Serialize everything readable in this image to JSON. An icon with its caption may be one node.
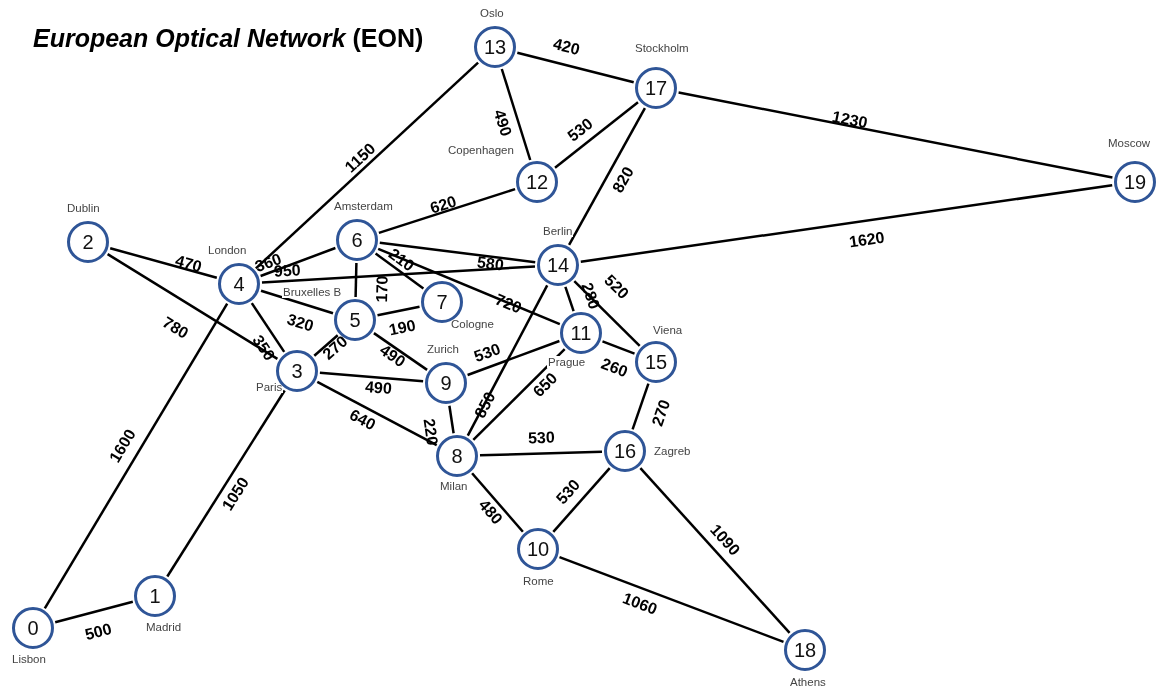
{
  "diagram": {
    "title": "*European Optical Network* (EON)",
    "nodes": [
      {
        "text": [
          "0"
        ],
        "beside": [
          "Lisbon"
        ]
      },
      {
        "text": [
          "1"
        ],
        "beside": [
          "Madrid"
        ]
      },
      {
        "text": [
          "2"
        ],
        "beside": [
          "Dublin"
        ]
      },
      {
        "text": [
          "3"
        ],
        "beside": [
          "Paris"
        ]
      },
      {
        "text": [
          "4"
        ],
        "beside": [
          "London"
        ]
      },
      {
        "text": [
          "5"
        ],
        "beside": [
          "Bruxelles B"
        ]
      },
      {
        "text": [
          "6"
        ],
        "beside": [
          "Amsterdam"
        ]
      },
      {
        "text": [
          "7"
        ],
        "beside": [
          "Cologne"
        ]
      },
      {
        "text": [
          "8"
        ],
        "beside": [
          "Milan"
        ]
      },
      {
        "text": [
          "9"
        ],
        "beside": [
          "Zurich"
        ]
      },
      {
        "text": [
          "10"
        ],
        "beside": [
          "Rome"
        ]
      },
      {
        "text": [
          "11"
        ],
        "beside": [
          "Prague"
        ]
      },
      {
        "text": [
          "12"
        ],
        "beside": [
          "Copenhagen"
        ]
      },
      {
        "text": [
          "13"
        ],
        "beside": [
          "Oslo"
        ]
      },
      {
        "text": [
          "14"
        ],
        "beside": [
          "Berlin"
        ]
      },
      {
        "text": [
          "15"
        ],
        "beside": [
          "Viena"
        ]
      },
      {
        "text": [
          "16"
        ],
        "beside": [
          "Zagreb"
        ]
      },
      {
        "text": [
          "17"
        ],
        "beside": [
          "Stockholm"
        ]
      },
      {
        "text": [
          "18"
        ],
        "beside": [
          "Athens"
        ]
      },
      {
        "text": [
          "19"
        ],
        "beside": [
          "Moscow"
        ]
      }
    ],
    "edges": [
      {
        "from": 0,
        "to": 1,
        "arrow": "none",
        "label": "500"
      },
      {
        "from": 0,
        "to": 4,
        "arrow": "none",
        "label": "1600"
      },
      {
        "from": 1,
        "to": 3,
        "arrow": "none",
        "label": "1050"
      },
      {
        "from": 2,
        "to": 4,
        "arrow": "none",
        "label": "470"
      },
      {
        "from": 2,
        "to": 3,
        "arrow": "none",
        "label": "780"
      },
      {
        "from": 4,
        "to": 13,
        "arrow": "none",
        "label": "1150"
      },
      {
        "from": 4,
        "to": 6,
        "arrow": "none",
        "label": "360"
      },
      {
        "from": 4,
        "to": 14,
        "arrow": "none",
        "label": "950"
      },
      {
        "from": 4,
        "to": 5,
        "arrow": "none",
        "label": "320"
      },
      {
        "from": 4,
        "to": 3,
        "arrow": "none",
        "label": "350"
      },
      {
        "from": 6,
        "to": 5,
        "arrow": "none",
        "label": "170"
      },
      {
        "from": 6,
        "to": 7,
        "arrow": "none",
        "label": "210"
      },
      {
        "from": 6,
        "to": 12,
        "arrow": "none",
        "label": "620"
      },
      {
        "from": 6,
        "to": 14,
        "arrow": "none",
        "label": "580"
      },
      {
        "from": 6,
        "to": 11,
        "arrow": "none",
        "label": "720"
      },
      {
        "from": 5,
        "to": 7,
        "arrow": "none",
        "label": "190"
      },
      {
        "from": 5,
        "to": 3,
        "arrow": "none",
        "label": "270"
      },
      {
        "from": 5,
        "to": 9,
        "arrow": "none",
        "label": "490"
      },
      {
        "from": 3,
        "to": 9,
        "arrow": "none",
        "label": "490"
      },
      {
        "from": 3,
        "to": 8,
        "arrow": "none",
        "label": "640"
      },
      {
        "from": 9,
        "to": 8,
        "arrow": "none",
        "label": "220"
      },
      {
        "from": 9,
        "to": 11,
        "arrow": "none",
        "label": "530"
      },
      {
        "from": 8,
        "to": 14,
        "arrow": "none",
        "label": "850"
      },
      {
        "from": 8,
        "to": 11,
        "arrow": "none",
        "label": "650"
      },
      {
        "from": 8,
        "to": 16,
        "arrow": "none",
        "label": "530"
      },
      {
        "from": 8,
        "to": 10,
        "arrow": "none",
        "label": "480"
      },
      {
        "from": 10,
        "to": 16,
        "arrow": "none",
        "label": "530"
      },
      {
        "from": 10,
        "to": 18,
        "arrow": "none",
        "label": "1060"
      },
      {
        "from": 16,
        "to": 18,
        "arrow": "none",
        "label": "1090"
      },
      {
        "from": 16,
        "to": 15,
        "arrow": "none",
        "label": "270"
      },
      {
        "from": 11,
        "to": 15,
        "arrow": "none",
        "label": "260"
      },
      {
        "from": 11,
        "to": 14,
        "arrow": "none",
        "label": "280"
      },
      {
        "from": 14,
        "to": 15,
        "arrow": "none",
        "label": "520"
      },
      {
        "from": 14,
        "to": 17,
        "arrow": "none",
        "label": "820"
      },
      {
        "from": 14,
        "to": 19,
        "arrow": "none",
        "label": "1620"
      },
      {
        "from": 13,
        "to": 17,
        "arrow": "none",
        "label": "420"
      },
      {
        "from": 13,
        "to": 12,
        "arrow": "none",
        "label": "490"
      },
      {
        "from": 12,
        "to": 17,
        "arrow": "none",
        "label": "530"
      },
      {
        "from": 17,
        "to": 19,
        "arrow": "none",
        "label": "1230"
      }
    ]
  }
}
